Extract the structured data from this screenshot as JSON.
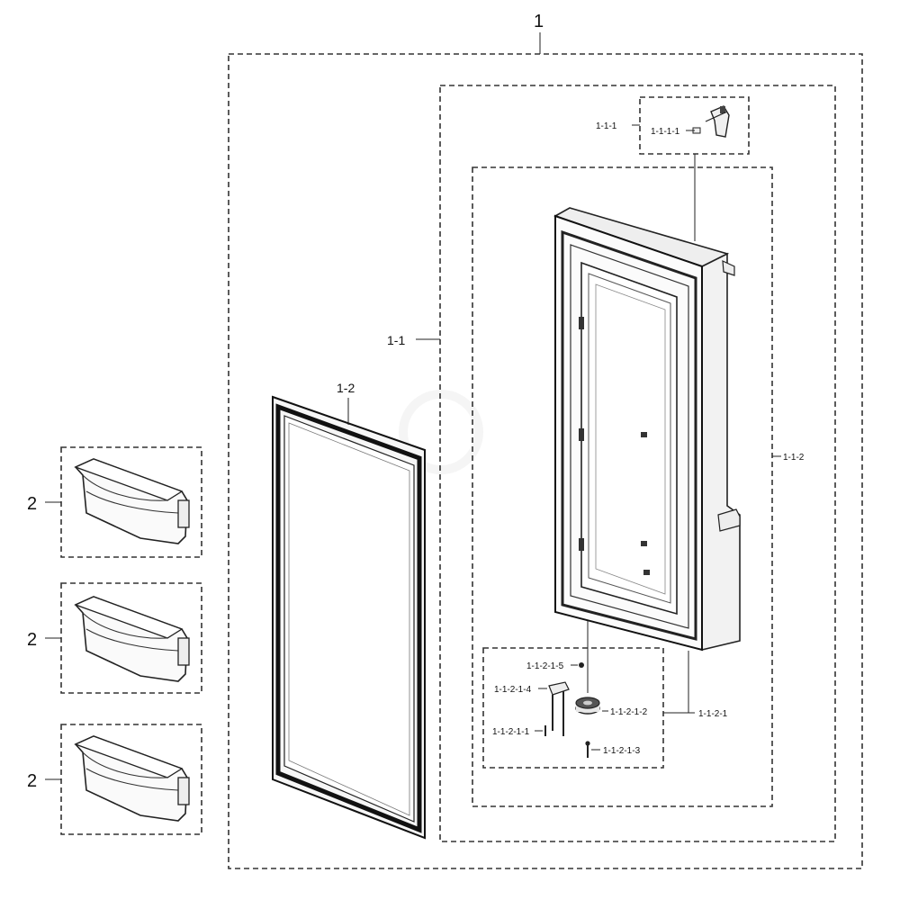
{
  "diagram": {
    "labels": {
      "assembly": "1",
      "door_assembly": "1-1",
      "hinge_group": "1-1-1",
      "hinge_part": "1-1-1-1",
      "door_inner": "1-1-2",
      "gasket": "1-2",
      "cap_assembly": "1-1-2-1",
      "cap_part_5": "1-1-2-1-5",
      "cap_part_4": "1-1-2-1-4",
      "cap_part_2": "1-1-2-1-2",
      "cap_part_1": "1-1-2-1-1",
      "cap_part_3": "1-1-2-1-3",
      "guard_1": "2",
      "guard_2": "2",
      "guard_3": "2"
    }
  }
}
